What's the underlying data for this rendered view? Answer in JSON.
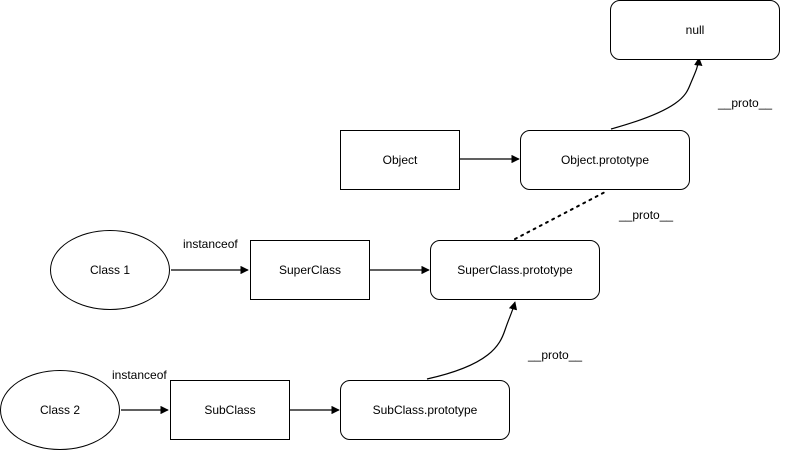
{
  "diagram": {
    "nodes": {
      "null_box": "null",
      "object_box": "Object",
      "object_prototype_box": "Object.prototype",
      "superclass_box": "SuperClass",
      "superclass_prototype_box": "SuperClass.prototype",
      "class1_ellipse": "Class 1",
      "subclass_box": "SubClass",
      "subclass_prototype_box": "SubClass.prototype",
      "class2_ellipse": "Class 2"
    },
    "edge_labels": {
      "proto_object_to_null": "__proto__",
      "proto_superproto_to_objectproto": "__proto__",
      "proto_subproto_to_superproto": "__proto__",
      "instanceof_class1": "instanceof",
      "instanceof_class2": "instanceof"
    }
  }
}
